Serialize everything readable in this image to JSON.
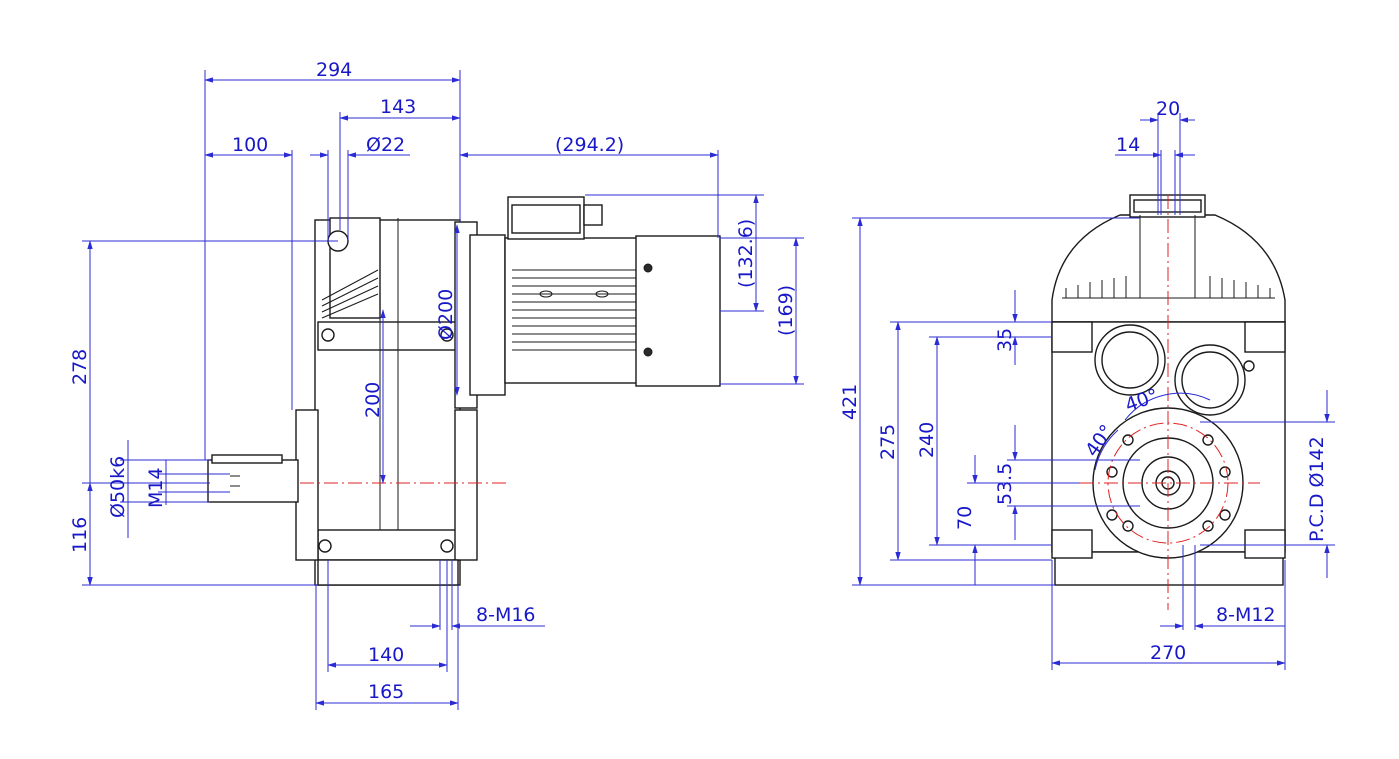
{
  "colors": {
    "dimension": "#1818c8",
    "outline": "#1a1a1a",
    "centerline": "#e02020",
    "background": "#ffffff"
  },
  "side_view": {
    "dim_294": "294",
    "dim_143": "143",
    "dim_100": "100",
    "dim_d22": "Ø22",
    "dim_294_2": "(294.2)",
    "dim_132_6": "(132.6)",
    "dim_169": "(169)",
    "dim_d200": "Ø200",
    "dim_200": "200",
    "dim_278": "278",
    "dim_116": "116",
    "dim_shaft": "Ø50k6",
    "dim_m14": "M14",
    "dim_8m16": "8-M16",
    "dim_140": "140",
    "dim_165": "165"
  },
  "front_view": {
    "dim_20": "20",
    "dim_14": "14",
    "dim_421": "421",
    "dim_275": "275",
    "dim_240": "240",
    "dim_35": "35",
    "dim_53_5": "53.5",
    "dim_70": "70",
    "dim_40a": "40°",
    "dim_40b": "40°",
    "dim_pcd": "P.C.D Ø142",
    "dim_8m12": "8-M12",
    "dim_270": "270"
  }
}
